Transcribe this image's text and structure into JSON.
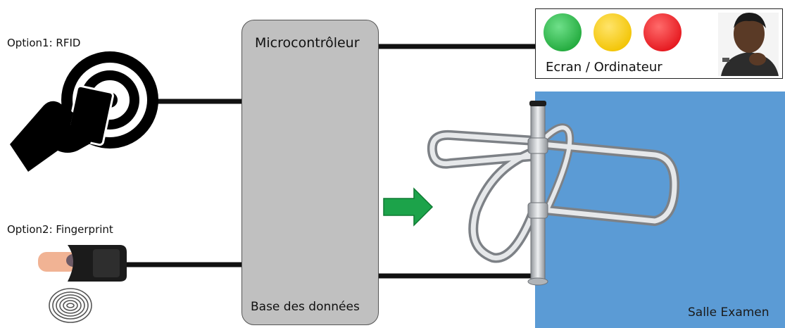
{
  "options": {
    "rfid_label": "Option1: RFID",
    "fingerprint_label": "Option2: Fingerprint"
  },
  "controller": {
    "title": "Microcontrôleur",
    "database_label": "Base des données"
  },
  "screen": {
    "label": "Ecran / Ordinateur",
    "lights": [
      {
        "name": "green-light",
        "color": "#1fa83a"
      },
      {
        "name": "yellow-light",
        "color": "#f2c300"
      },
      {
        "name": "red-light",
        "color": "#e4141b"
      }
    ]
  },
  "room": {
    "label": "Salle Examen",
    "color": "#5b9bd5"
  },
  "colors": {
    "connector": "#111111",
    "arrow": "#1ca34a",
    "turnstile": "#c9ccd0"
  }
}
